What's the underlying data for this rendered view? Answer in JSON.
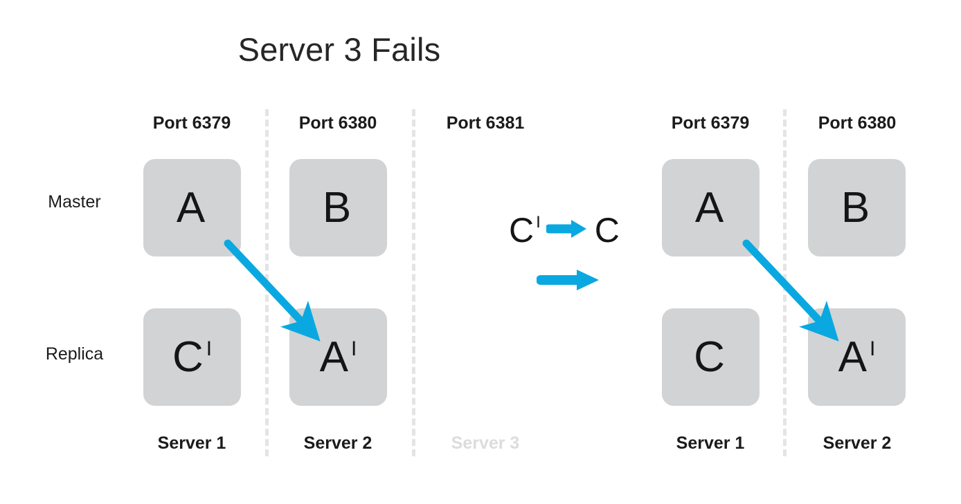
{
  "title": "Server 3 Fails",
  "colors": {
    "accent_blue": "#0aa8e0",
    "node_fill": "#d2d3d4",
    "text": "#151515",
    "divider": "#e4e4e4",
    "failed_text": "#dcdcdc",
    "background": "#ffffff"
  },
  "rows": {
    "master": "Master",
    "replica": "Replica"
  },
  "before": {
    "columns": [
      {
        "port": "Port 6379",
        "server": "Server 1",
        "failed": false,
        "master": {
          "letter": "A",
          "prime": ""
        },
        "replica": {
          "letter": "C",
          "prime": "I"
        }
      },
      {
        "port": "Port 6380",
        "server": "Server 2",
        "failed": false,
        "master": {
          "letter": "B",
          "prime": ""
        },
        "replica": {
          "letter": "A",
          "prime": "I"
        }
      },
      {
        "port": "Port 6381",
        "server": "Server 3",
        "failed": true,
        "master": null,
        "replica": null
      }
    ]
  },
  "after": {
    "columns": [
      {
        "port": "Port 6379",
        "server": "Server 1",
        "failed": false,
        "master": {
          "letter": "A",
          "prime": ""
        },
        "replica": {
          "letter": "C",
          "prime": ""
        }
      },
      {
        "port": "Port 6380",
        "server": "Server 2",
        "failed": false,
        "master": {
          "letter": "B",
          "prime": ""
        },
        "replica": {
          "letter": "A",
          "prime": "I"
        }
      }
    ]
  },
  "transition": {
    "promotion": {
      "from_letter": "C",
      "from_prime": "I",
      "arrow": "right-arrow-icon",
      "to_letter": "C",
      "to_prime": ""
    },
    "plain_arrow": "right-arrow-icon"
  }
}
